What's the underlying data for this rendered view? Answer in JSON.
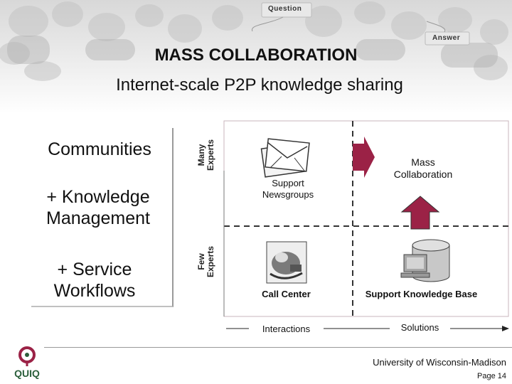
{
  "banner": {
    "question_label": "Question",
    "answer_label": "Answer"
  },
  "header": {
    "title": "MASS COLLABORATION",
    "subtitle": "Internet-scale P2P knowledge sharing"
  },
  "left_panel": {
    "line1": "Communities",
    "line2a": "+ Knowledge",
    "line2b": "Management",
    "line3a": "+ Service",
    "line3b": "Workflows"
  },
  "axes": {
    "y_top": [
      "Many",
      "Experts"
    ],
    "y_bottom": [
      "Few",
      "Experts"
    ],
    "x_left": "Interactions",
    "x_right": "Solutions"
  },
  "quadrants": {
    "top_left": [
      "Support",
      "Newsgroups"
    ],
    "top_right": [
      "Mass",
      "Collaboration"
    ],
    "bottom_left": "Call Center",
    "bottom_right": "Support Knowledge Base"
  },
  "footer": {
    "university": "University of Wisconsin-Madison",
    "page": "Page 14",
    "logo_text": "QUIQ"
  },
  "colors": {
    "accent": "#9b2246",
    "dashed": "#333333"
  },
  "icons": [
    "envelope-icon",
    "call-center-phone-icon",
    "database-computer-icon",
    "right-arrow-icon",
    "up-arrow-icon",
    "quiq-logo-icon"
  ]
}
